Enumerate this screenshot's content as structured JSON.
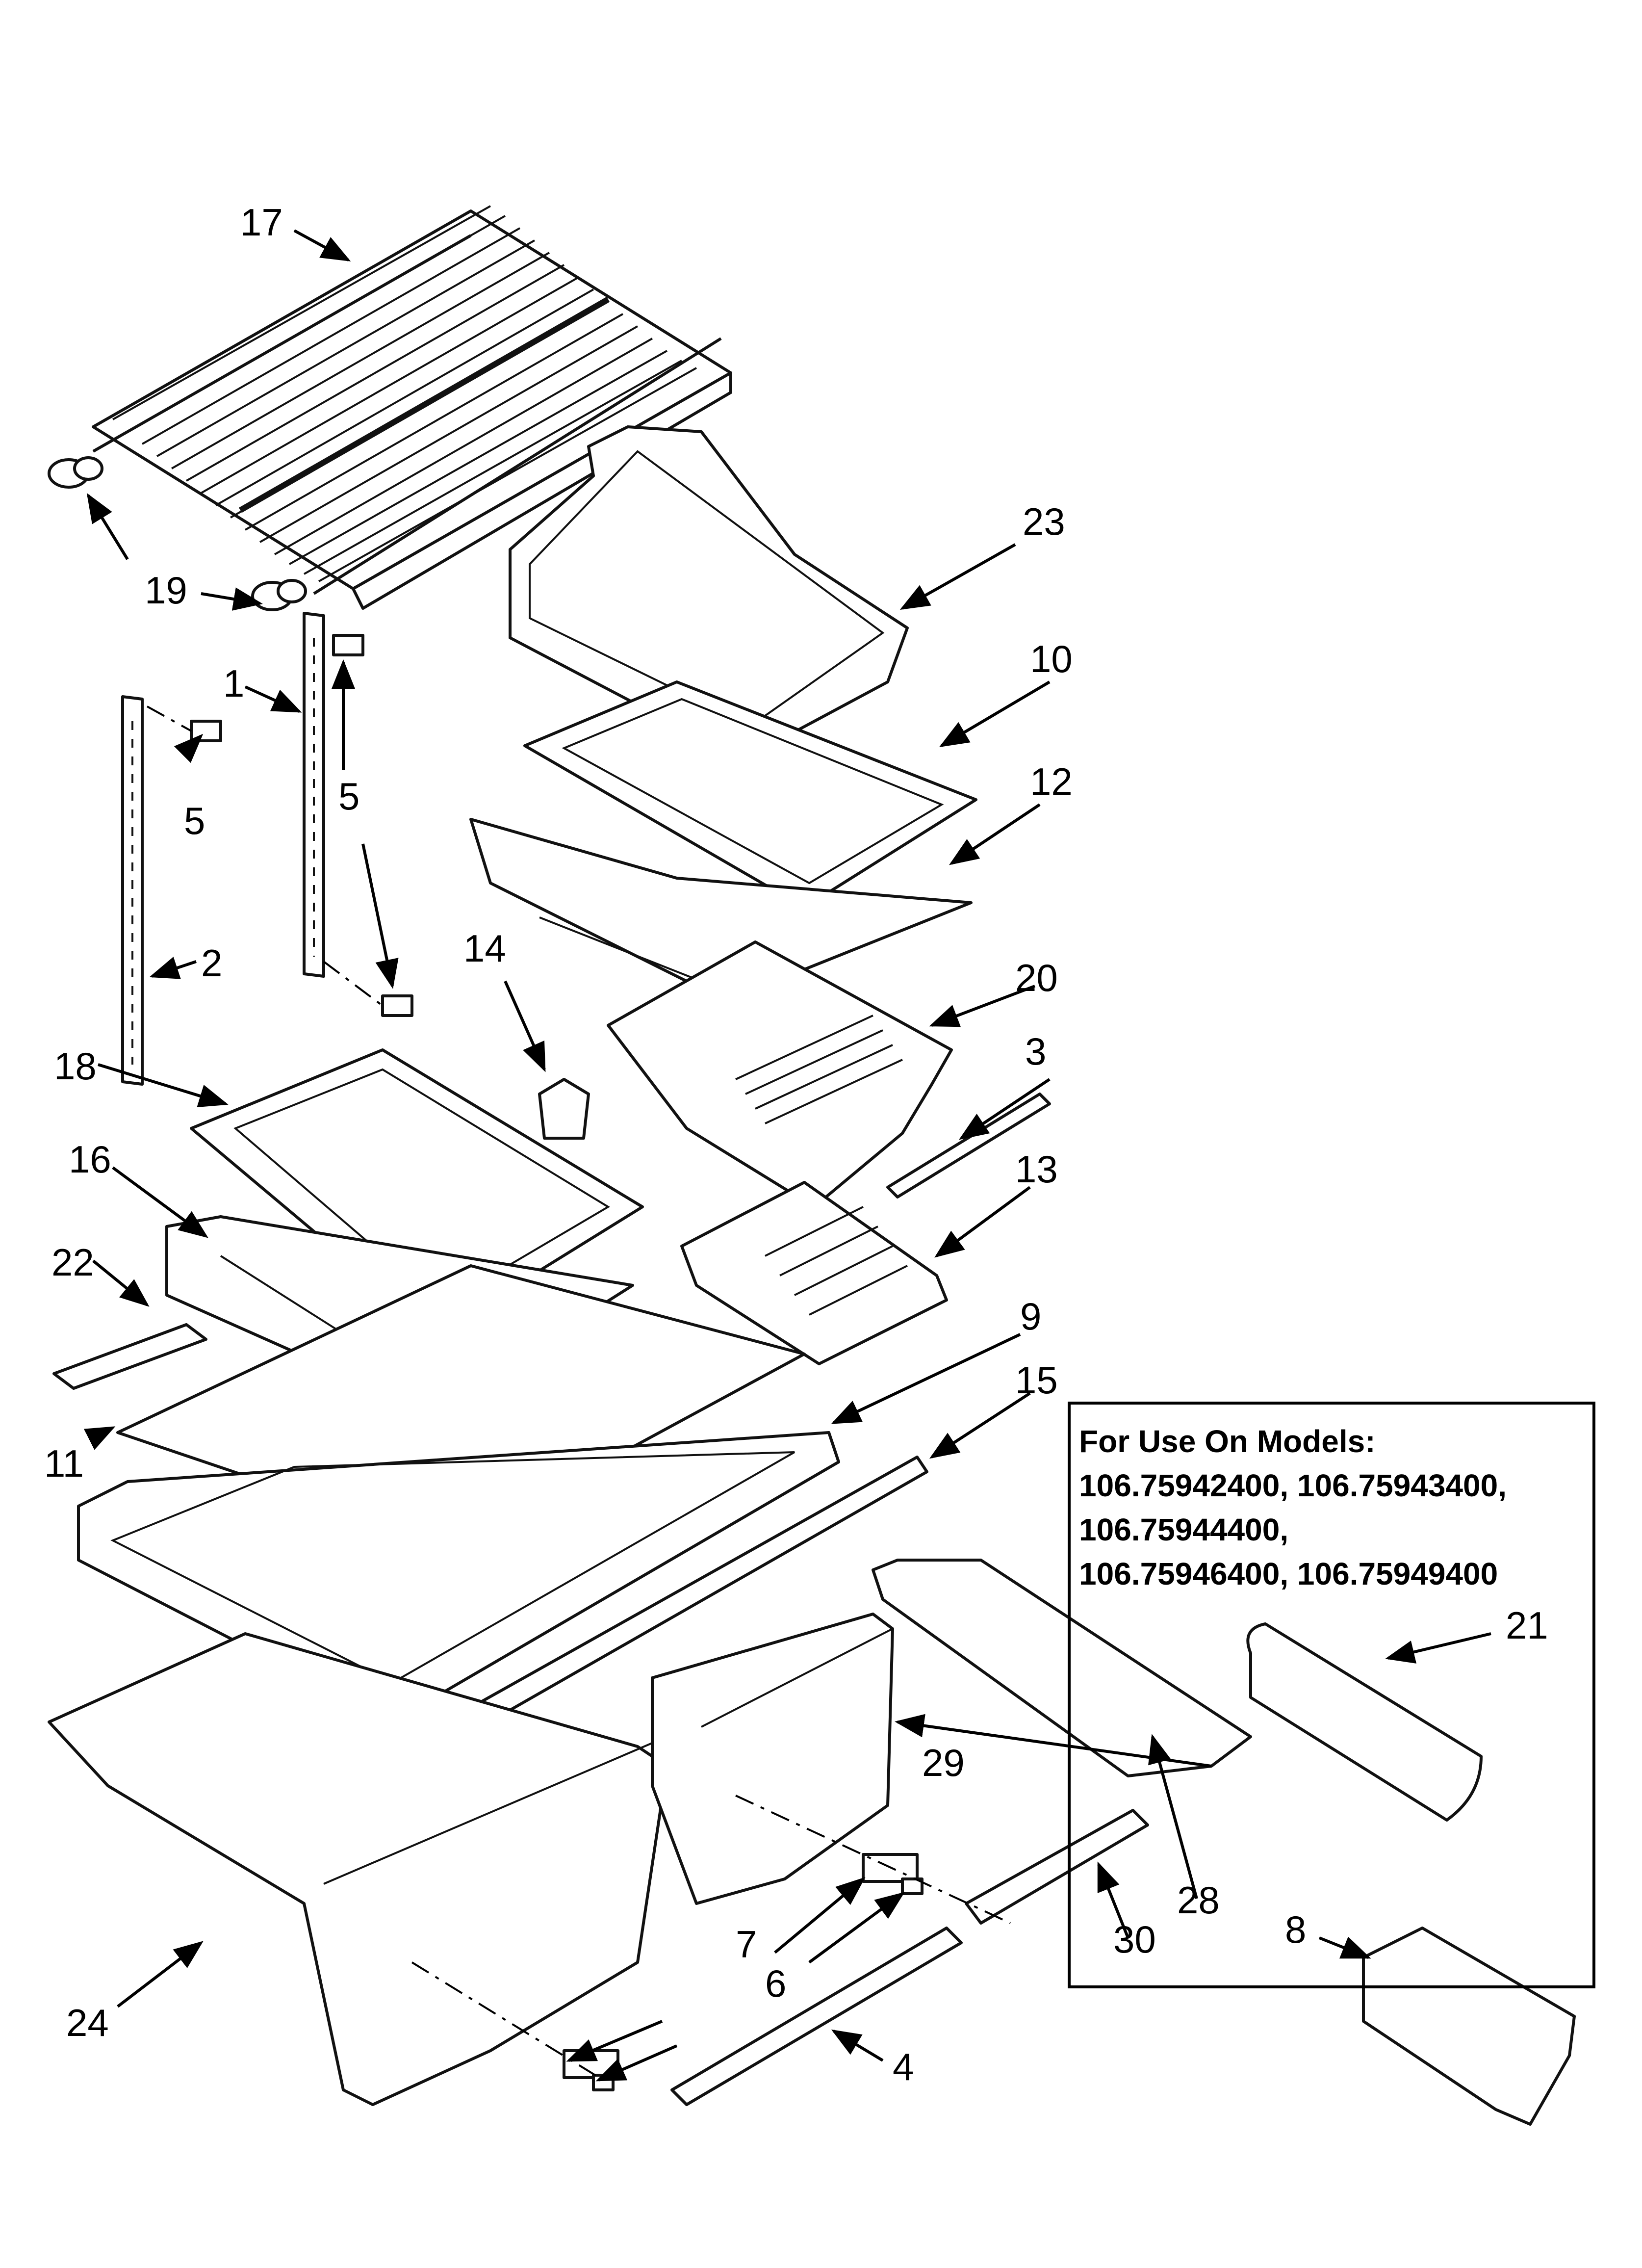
{
  "callouts": {
    "c17": "17",
    "c19": "19",
    "c1": "1",
    "c5a": "5",
    "c5b": "5",
    "c2": "2",
    "c18": "18",
    "c16": "16",
    "c22": "22",
    "c11": "11",
    "c14": "14",
    "c23": "23",
    "c10": "10",
    "c12": "12",
    "c20": "20",
    "c3": "3",
    "c13": "13",
    "c9": "9",
    "c15": "15",
    "c21": "21",
    "c29": "29",
    "c28": "28",
    "c30": "30",
    "c8": "8",
    "c7": "7",
    "c6": "6",
    "c4": "4",
    "c24": "24"
  },
  "models_box": {
    "line1": "For Use On Models:",
    "line2": "106.75942400, 106.75943400,",
    "line3": "106.75944400,",
    "line4": "106.75946400, 106.75949400"
  }
}
